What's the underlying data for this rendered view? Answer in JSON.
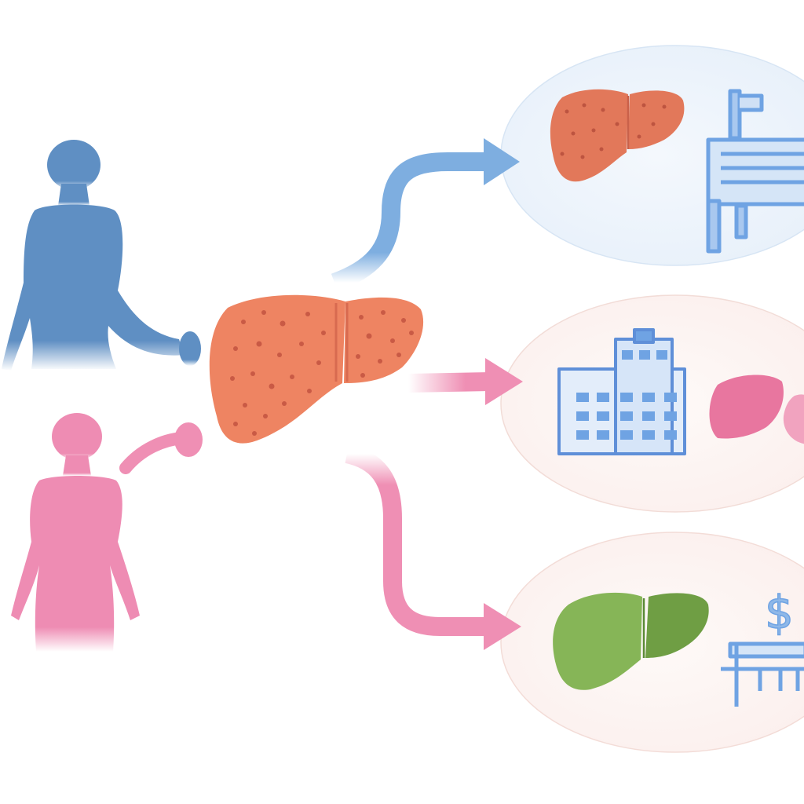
{
  "figures": {
    "male": {
      "color": "#5f8fc3"
    },
    "female": {
      "color": "#ee8cb3"
    }
  },
  "liver_colors": {
    "center": "#ee8462",
    "center_dots": "#c95a45",
    "top": "#e2785a",
    "middle": "#e8769f",
    "bottom": "#86b557"
  },
  "arrow_colors": {
    "blue": "#7eaee0",
    "pink": "#ef8fb4"
  },
  "outcomes": [
    {
      "id": "top",
      "bg": "#edf4fb",
      "icons": [
        "liver-icon",
        "medical-equipment-icon"
      ]
    },
    {
      "id": "middle",
      "bg": "#fdf4f2",
      "icons": [
        "hospital-building-icon",
        "liver-icon"
      ]
    },
    {
      "id": "bottom",
      "bg": "#fdf4f2",
      "icons": [
        "liver-icon",
        "dollar-sign-icon",
        "hospital-bed-icon"
      ]
    }
  ],
  "symbols": {
    "dollar": "$"
  },
  "icon_color": "#6fa3e3"
}
